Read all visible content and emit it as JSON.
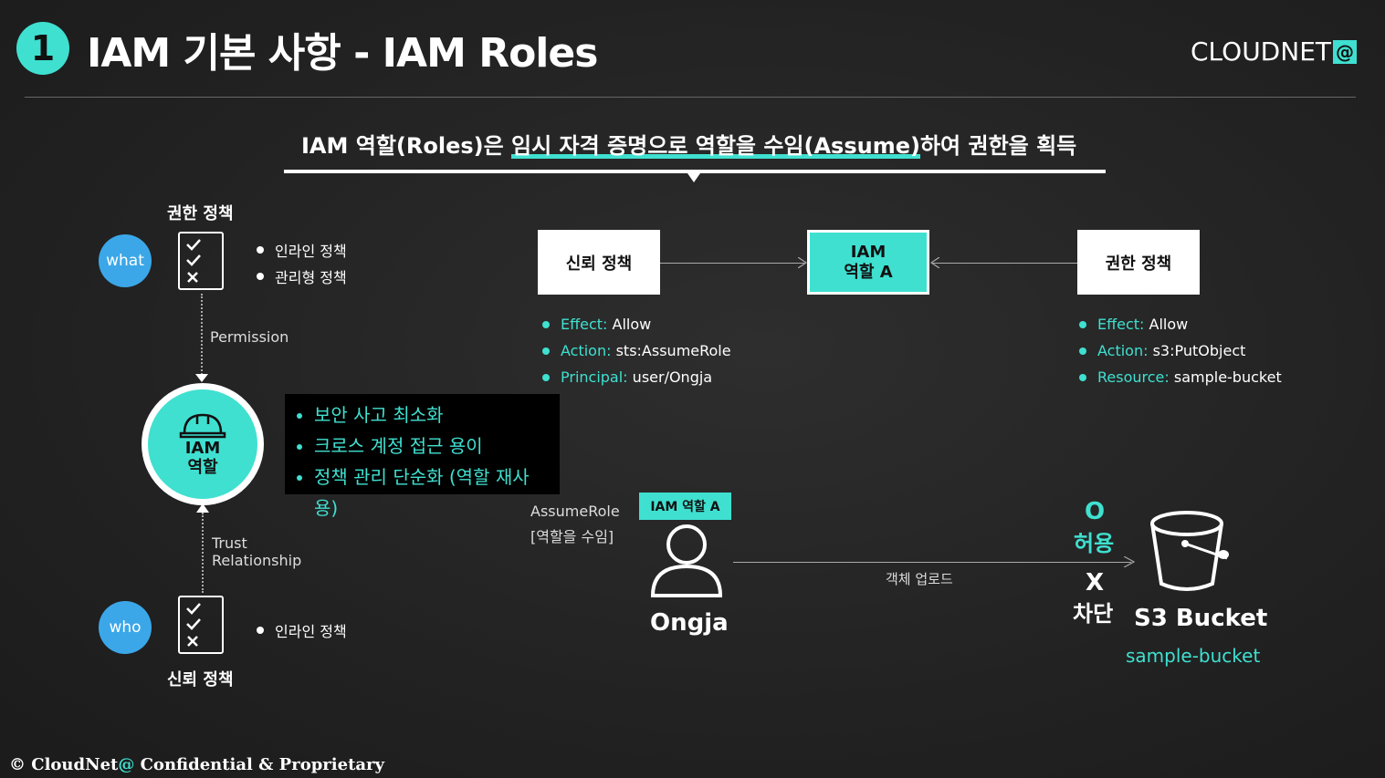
{
  "header": {
    "number": "1",
    "title": "IAM 기본 사항 - IAM Roles",
    "brand_text": "CLOUDNET",
    "brand_at": "@"
  },
  "headline": {
    "prefix": "IAM 역할(Roles)은 ",
    "highlight": "임시 자격 증명으로 역할을 수임(Assume)",
    "suffix": "하여 권한을 획득"
  },
  "left": {
    "permission_policy_title": "권한 정책",
    "what_label": "what",
    "permission_items": [
      "인라인 정책",
      "관리형 정책"
    ],
    "permission_edge_label": "Permission",
    "role_line1": "IAM",
    "role_line2": "역할",
    "benefits": [
      "보안 사고 최소화",
      "크로스 계정 접근 용이",
      "정책 관리 단순화 (역할 재사용)"
    ],
    "trust_edge_line1": "Trust",
    "trust_edge_line2": "Relationship",
    "who_label": "who",
    "trust_items": [
      "인라인 정책"
    ],
    "trust_policy_title": "신뢰 정책"
  },
  "policies": {
    "trust_box": "신뢰 정책",
    "role_box_line1": "IAM",
    "role_box_line2": "역할 A",
    "permission_box": "권한 정책",
    "trust_statements": [
      {
        "key": "Effect:",
        "value": "Allow"
      },
      {
        "key": "Action:",
        "value": "sts:AssumeRole"
      },
      {
        "key": "Principal:",
        "value": "user/Ongja"
      }
    ],
    "permission_statements": [
      {
        "key": "Effect:",
        "value": "Allow"
      },
      {
        "key": "Action:",
        "value": "s3:PutObject"
      },
      {
        "key": "Resource:",
        "value": "sample-bucket"
      }
    ]
  },
  "flow": {
    "assume_line1": "AssumeRole",
    "assume_line2": "[역할을 수임]",
    "role_tag": "IAM 역할 A",
    "user_name": "Ongja",
    "arrow_label": "객체 업로드",
    "allow_mark": "O",
    "allow_text": "허용",
    "deny_mark": "X",
    "deny_text": "차단",
    "bucket_title": "S3 Bucket",
    "bucket_name": "sample-bucket"
  },
  "footer": {
    "text_prefix": "© CloudNet",
    "text_at": "@",
    "text_suffix": " Confidential & Proprietary"
  },
  "colors": {
    "accent": "#3fe0d0",
    "bubble": "#3ba7e8",
    "background": "#262626"
  }
}
